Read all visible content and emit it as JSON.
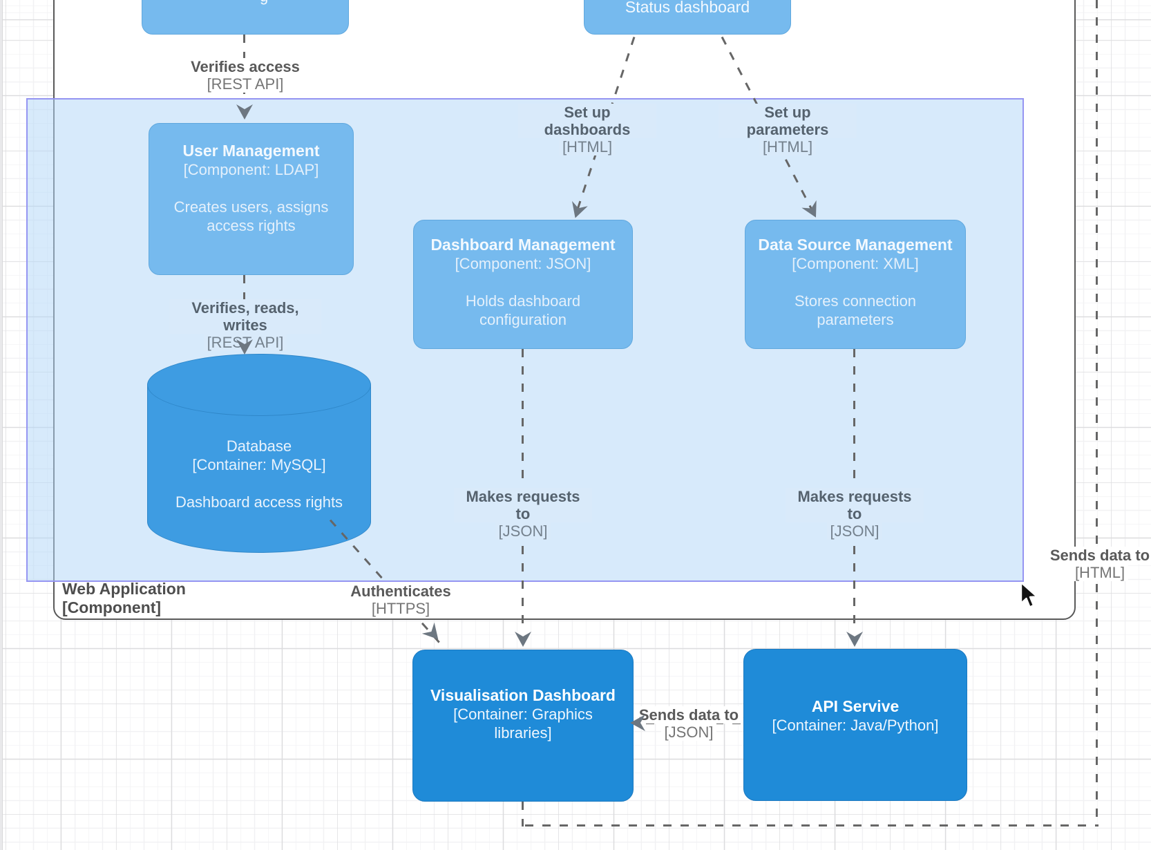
{
  "colors": {
    "component_fill": "#76baee",
    "container_fill": "#1f8bd8",
    "database_fill": "#3e9ce2",
    "selection_fill": "#d9eafa",
    "selection_border": "#9595f2",
    "edge": "#666666",
    "grid_major": "#dcdcde"
  },
  "top_row": {
    "left_box_fragment": "g",
    "status_dashboard": "Status dashboard"
  },
  "web_app_container": {
    "name": "Web Application",
    "tech": "[Component]"
  },
  "nodes": {
    "user_management": {
      "title": "User Management",
      "tech": "[Component: LDAP]",
      "desc": "Creates users, assigns\naccess rights"
    },
    "dashboard_management": {
      "title": "Dashboard Management",
      "tech": "[Component: JSON]",
      "desc": "Holds dashboard\nconfiguration"
    },
    "data_source_management": {
      "title": "Data Source Management",
      "tech": "[Component: XML]",
      "desc": "Stores connection\nparameters"
    },
    "database": {
      "title": "Database",
      "tech": "[Container: MySQL]",
      "desc": "Dashboard access rights"
    },
    "visualisation_dashboard": {
      "title": "Visualisation Dashboard",
      "tech": "[Container: Graphics\nlibraries]"
    },
    "api_service": {
      "title": "API Servive",
      "tech": "[Container: Java/Python]"
    }
  },
  "edges": {
    "verifies_access": {
      "name": "Verifies access",
      "tech": "[REST API]"
    },
    "set_up_dashboards": {
      "name": "Set up dashboards",
      "tech": "[HTML]"
    },
    "set_up_parameters": {
      "name": "Set up parameters",
      "tech": "[HTML]"
    },
    "verifies_reads_writes": {
      "name": "Verifies, reads, writes",
      "tech": "[REST API]"
    },
    "authenticates": {
      "name": "Authenticates",
      "tech": "[HTTPS]"
    },
    "makes_requests_dashboard": {
      "name": "Makes requests to",
      "tech": "[JSON]"
    },
    "makes_requests_datasource": {
      "name": "Makes requests to",
      "tech": "[JSON]"
    },
    "sends_data_json": {
      "name": "Sends data to",
      "tech": "[JSON]"
    },
    "sends_data_html": {
      "name": "Sends data to",
      "tech": "[HTML]"
    }
  }
}
